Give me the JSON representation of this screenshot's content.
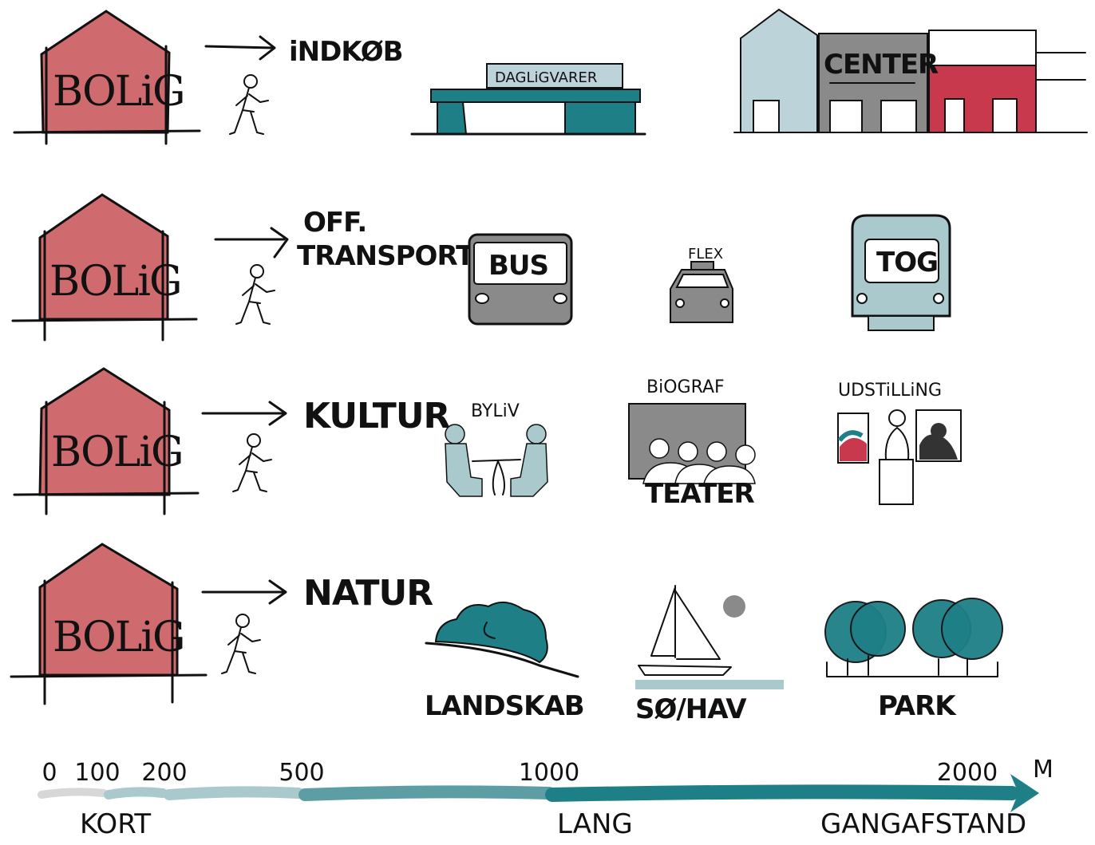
{
  "colors": {
    "house": "#cf6b6f",
    "teal": "#1e7f86",
    "teal_mid": "#5d9ea5",
    "teal_light": "#a9c9cd",
    "gray": "#8a8a8a",
    "gray_light": "#d7d7d7",
    "blue_light": "#bdd3da",
    "red": "#c9394d",
    "dark": "#333333"
  },
  "rows": [
    {
      "house_label": "BOLiG",
      "destination": "iNDKØB",
      "items": [
        {
          "label": "DAGLiGVARER",
          "icon": "grocery-store-icon"
        },
        {
          "label": "CENTER",
          "icon": "shopping-center-icon"
        }
      ]
    },
    {
      "house_label": "BOLiG",
      "destination_line1": "OFF.",
      "destination_line2": "TRANSPORT",
      "items": [
        {
          "label": "BUS",
          "icon": "bus-icon"
        },
        {
          "label": "FLEX",
          "icon": "taxi-icon"
        },
        {
          "label": "TOG",
          "icon": "train-icon"
        }
      ]
    },
    {
      "house_label": "BOLiG",
      "destination": "KULTUR",
      "items": [
        {
          "label": "BYLiV",
          "icon": "cafe-people-icon"
        },
        {
          "label": "BiOGRAF",
          "sublabel": "TEATER",
          "icon": "cinema-icon"
        },
        {
          "label": "UDSTiLLiNG",
          "icon": "exhibition-icon"
        }
      ]
    },
    {
      "house_label": "BOLiG",
      "destination": "NATUR",
      "items": [
        {
          "label": "LANDSKAB",
          "icon": "landscape-icon"
        },
        {
          "label": "SØ/HAV",
          "icon": "sailboat-icon"
        },
        {
          "label": "PARK",
          "icon": "park-trees-icon"
        }
      ]
    }
  ],
  "scale": {
    "ticks": [
      {
        "label": "0",
        "value": 0
      },
      {
        "label": "100",
        "value": 100
      },
      {
        "label": "200",
        "value": 200
      },
      {
        "label": "500",
        "value": 500
      },
      {
        "label": "1000",
        "value": 1000
      },
      {
        "label": "2000",
        "value": 2000
      }
    ],
    "unit": "M",
    "labels": [
      "KORT",
      "LANG",
      "GANGAFSTAND"
    ]
  }
}
